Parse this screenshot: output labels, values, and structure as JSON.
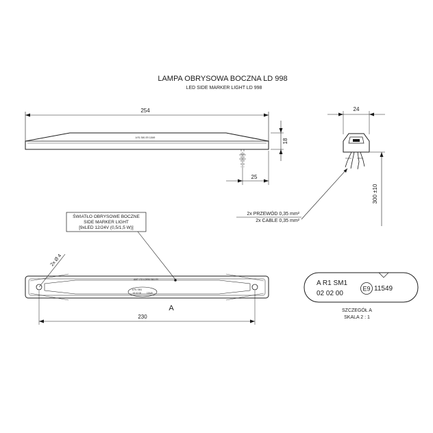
{
  "header": {
    "title": "LAMPA OBRYSOWA BOCZNA LD 998",
    "subtitle": "LED SIDE MARKER LIGHT  LD 998"
  },
  "dimensions": {
    "length_overall": "254",
    "height": "18",
    "lead_length": "25",
    "width": "24",
    "cable_length": "300 ±10",
    "hole_spacing": "230",
    "hole_diameter": "2x Ø 4"
  },
  "cable_note": {
    "line1": "2x PRZEWÓD  0,35 mm²",
    "line2": "2x CABLE  0,35 mm²"
  },
  "product_label": {
    "line1": "ŚWIATŁO OBRYSOWE BOCZNE",
    "line2": "SIDE MARKER LIGHT",
    "line3": "[9xLED 12/24V (0,5/1,5 W)]"
  },
  "detail": {
    "callout": "A",
    "marking_row1": "A  R1 SM1",
    "marking_row2": "02  02  00",
    "approval_mark": "E9",
    "approval_number": "11549",
    "caption_line1": "SZCZEGÓŁ  A",
    "caption_line2": "SKALA 2 : 1"
  },
  "tiny_lamp_markings": {
    "side_view": "A R1 SM1 E9 11549",
    "front_line1": "AMT LTD LD998 SM1 E9",
    "front_line2": "A R1 SM1",
    "front_line3": "02 02 00",
    "front_line4": "11549"
  }
}
